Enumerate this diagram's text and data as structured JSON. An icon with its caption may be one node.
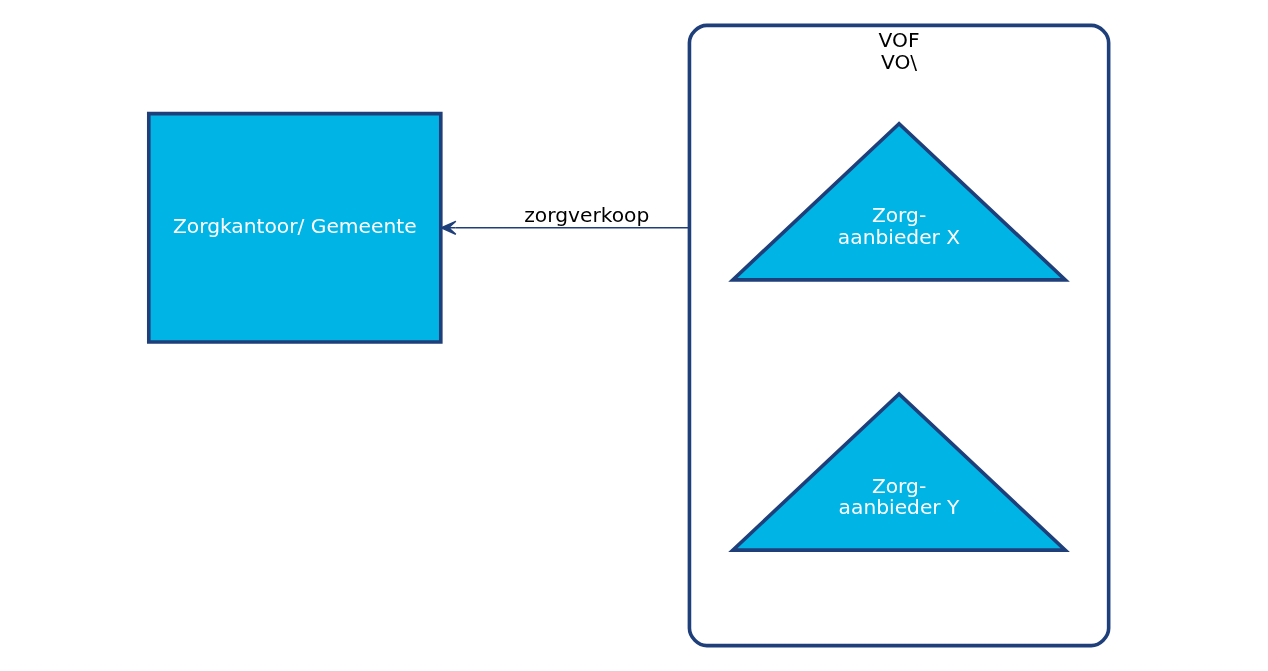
{
  "diagram": {
    "nodes": [
      {
        "text": [
          "Zorgkantoor/ Gemeente"
        ]
      },
      {
        "text": [
          "VOF",
          "VO\\"
        ]
      },
      {
        "text": [
          "Zorg- aanbieder X"
        ],
        "in": 1
      },
      {
        "text": [
          "Zorg- aanbieder Y"
        ],
        "in": 1
      }
    ],
    "edges": [
      {
        "from": 1,
        "to": 0,
        "arrow": "to",
        "label": "zorgverkoop"
      }
    ]
  }
}
